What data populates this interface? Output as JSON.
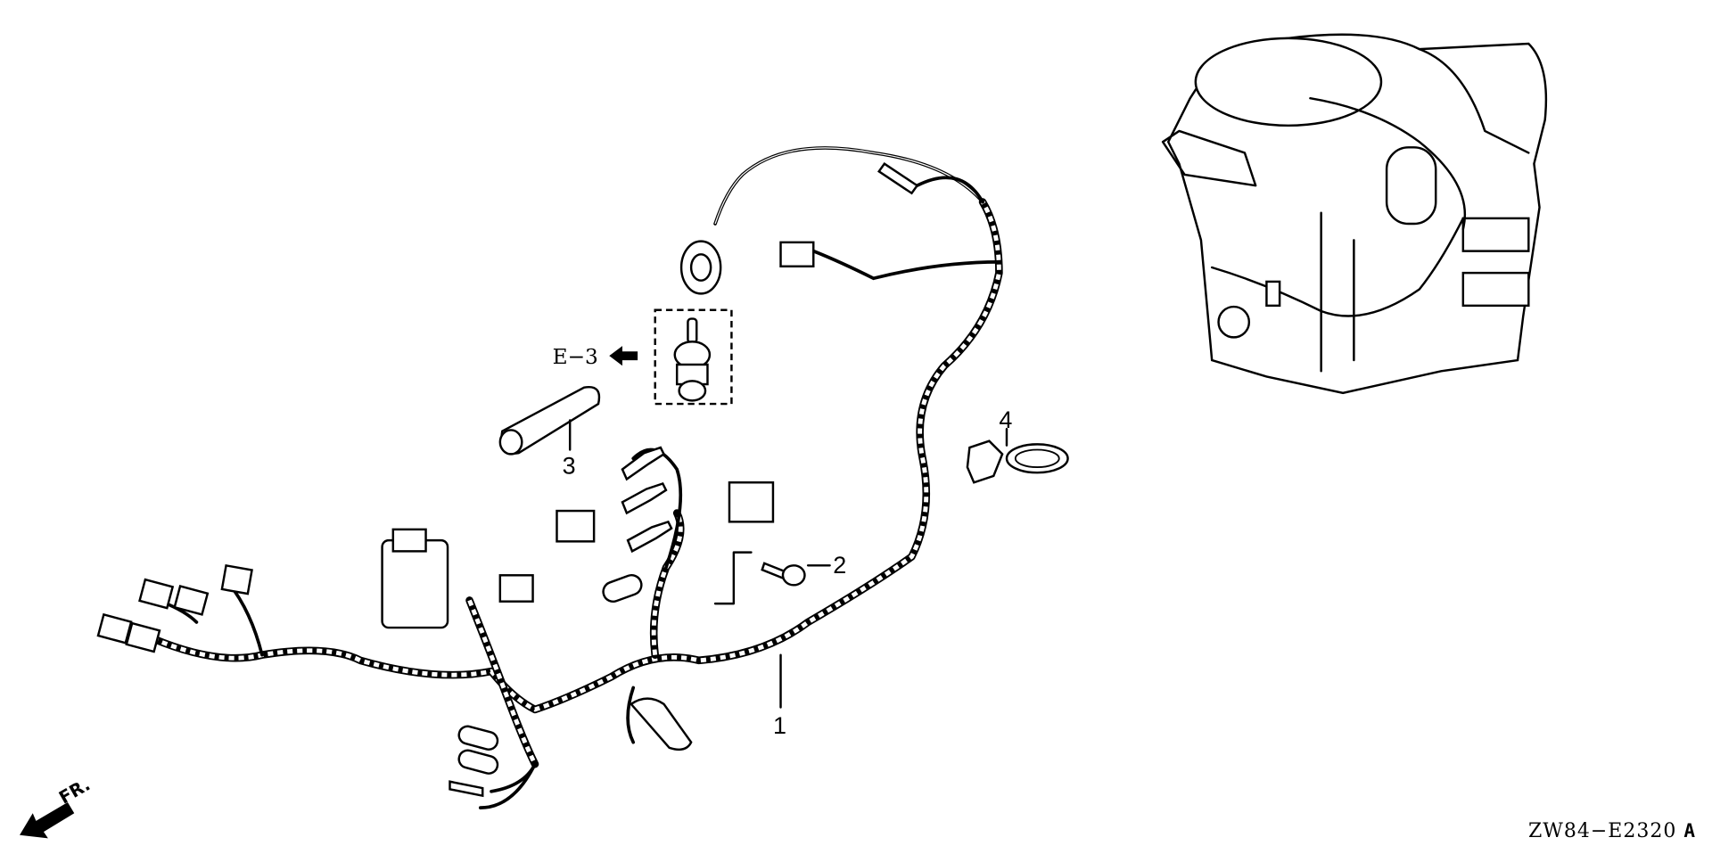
{
  "diagram": {
    "callouts": [
      {
        "number": "1",
        "part": "wire-harness"
      },
      {
        "number": "2",
        "part": "bolt"
      },
      {
        "number": "3",
        "part": "tube"
      },
      {
        "number": "4",
        "part": "band-clamp"
      }
    ],
    "reference": "E−3",
    "front_marker": "FR.",
    "drawing_code": "ZW84−E2320",
    "drawing_rev": "A"
  }
}
